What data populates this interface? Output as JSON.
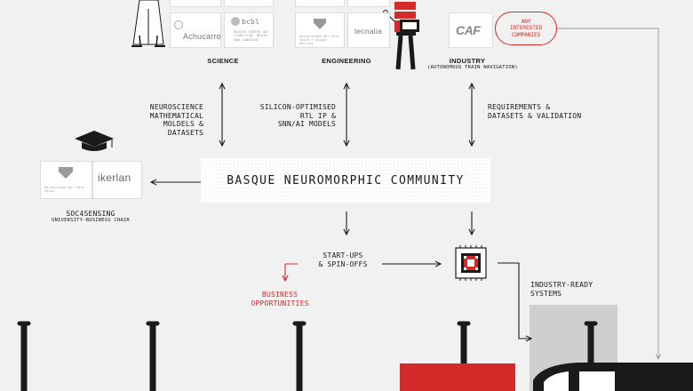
{
  "domains": {
    "science": {
      "label": "SCIENCE",
      "logos": [
        "Achucarro",
        "bcbl",
        "BASQUE CENTER ON COGNITION, BRAIN AND LANGUAGE"
      ]
    },
    "engineering": {
      "label": "ENGINEERING",
      "logos": [
        "Universidad del País Vasco / Euskal Herriko Unibertsitatea",
        "tecnalia"
      ]
    },
    "industry": {
      "label": "INDUSTRY",
      "sublabel": "(AUTONOMOUS TRAIN NAVIGATION)",
      "logos": [
        "CAF"
      ]
    }
  },
  "any_companies": {
    "line1": "ANY",
    "line2": "INTERESTED",
    "line3": "COMPANIES"
  },
  "flows": {
    "science": [
      "NEUROSCIENCE",
      "MATHEMATICAL",
      "MOLDELS &",
      "DATASETS"
    ],
    "engineering": [
      "SILICON-OPTIMISED",
      "RTL IP &",
      "SNN/AI MODELS"
    ],
    "industry": [
      "REQUIREMENTS &",
      "DATASETS & VALIDATION"
    ]
  },
  "community": {
    "title": "BASQUE NEUROMORPHIC COMMUNITY"
  },
  "chair": {
    "logos": [
      "Universidad del País Vasco",
      "ikerlan"
    ],
    "name": "SOC4SENSING",
    "subtitle": "UNIVERSITY-BUSINESS CHAIR"
  },
  "startups": [
    "START-UPS",
    "& SPIN-OFFS"
  ],
  "business": [
    "BUSINESS",
    "OPPORTUNITIES"
  ],
  "systems": [
    "INDUSTRY-READY",
    "SYSTEMS"
  ],
  "colors": {
    "accent_red": "#d42a2a",
    "ink": "#1a1a1a",
    "background": "#f1f1f1",
    "panel_gray": "#cfcfcf"
  },
  "icons": [
    "scientist-figure-icon",
    "engineer-figure-icon",
    "graduation-cap-icon",
    "neuromorphic-chip-icon",
    "train-icon",
    "street-lamp-icon"
  ]
}
